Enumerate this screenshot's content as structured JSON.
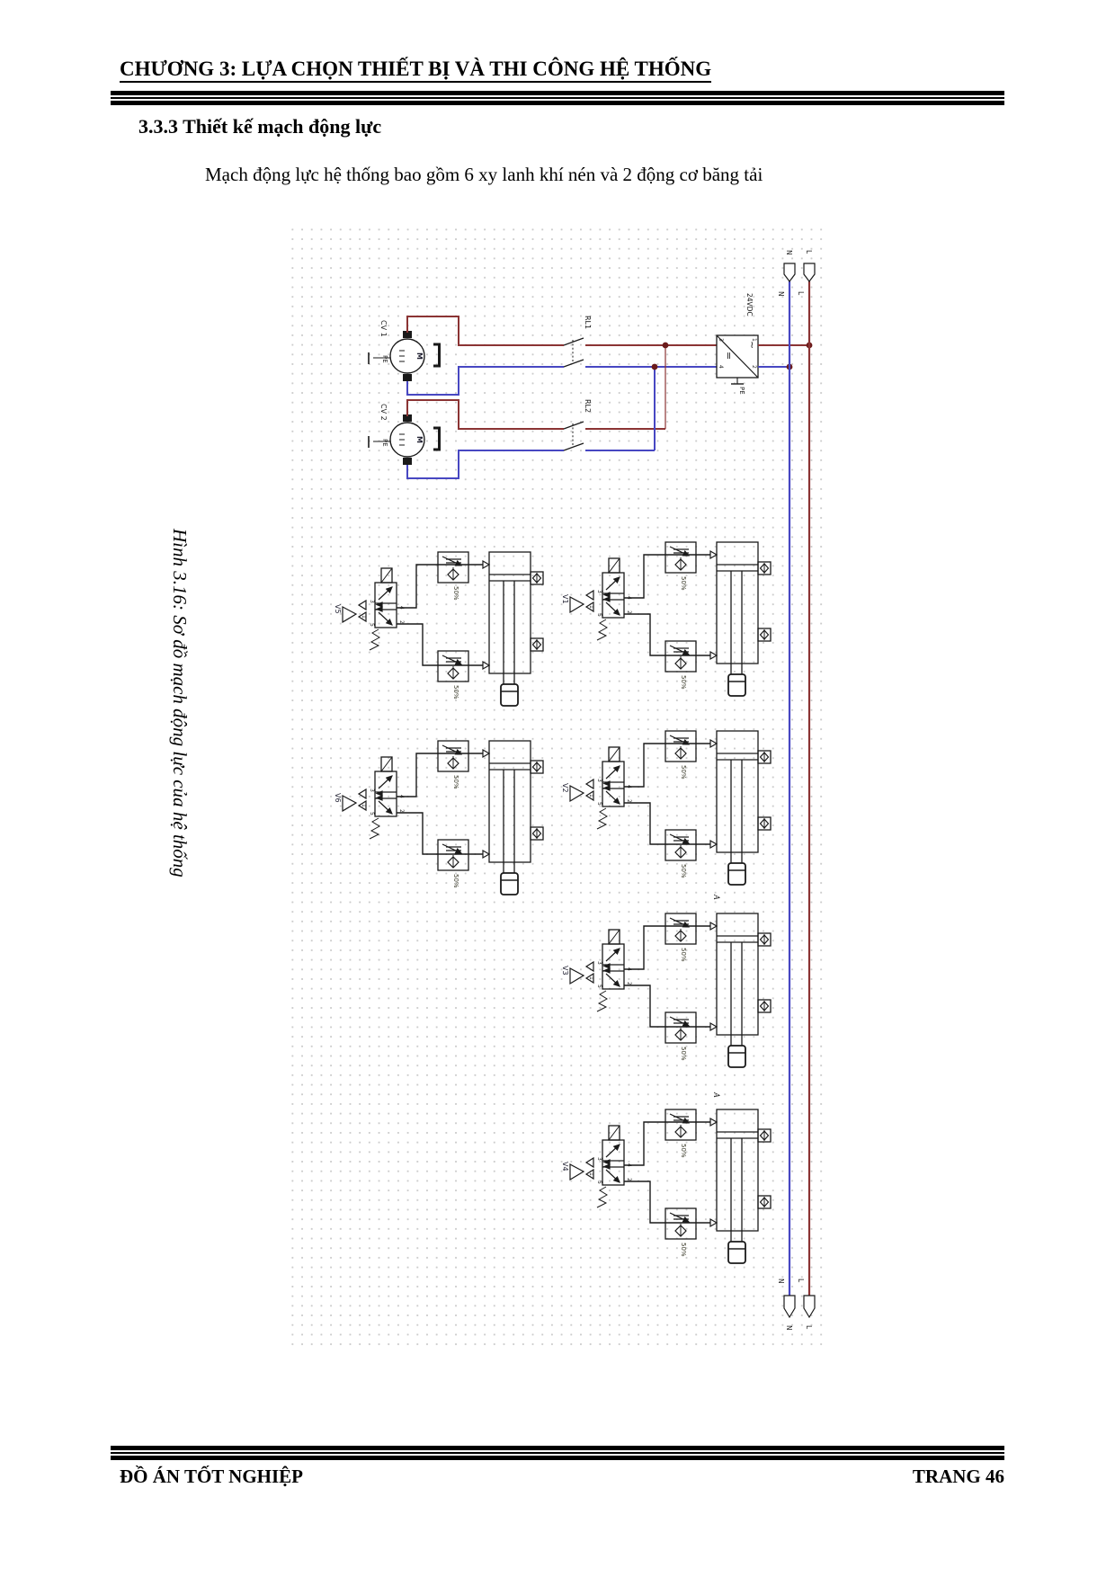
{
  "header": {
    "title": "CHƯƠNG 3: LỰA CHỌN THIẾT BỊ VÀ THI CÔNG HỆ THỐNG"
  },
  "section": {
    "heading": "3.3.3 Thiết kế mạch động lực",
    "paragraph": "Mạch động lực hệ thống bao gồm 6 xy lanh khí nén và 2 động cơ băng tải"
  },
  "figure": {
    "caption": "Hình 3.16: Sơ đồ mạch động lực của hệ thống"
  },
  "footer": {
    "left": "ĐỒ ÁN TỐT NGHIỆP",
    "right": "TRANG 46"
  },
  "diagram": {
    "colors": {
      "live_wire": "#8b3434",
      "neutral_wire": "#4747c2",
      "junction": "#6b1b1b",
      "line": "#1a1a1a",
      "grid_dot": "#cccccc"
    },
    "power_supply": {
      "label": "24VDC",
      "pins": [
        "1",
        "2",
        "3",
        "4"
      ],
      "earth": "PE"
    },
    "line_terminals": {
      "neutral": "N",
      "live": "L"
    },
    "motors": [
      {
        "label": "CV 1",
        "symbol": "M",
        "earth": "PE"
      },
      {
        "label": "CV 2",
        "symbol": "M",
        "earth": "PE"
      }
    ],
    "relays": [
      {
        "label": "RL1"
      },
      {
        "label": "RL2"
      }
    ],
    "valves": [
      {
        "label": "V1"
      },
      {
        "label": "V2"
      },
      {
        "label": "V3"
      },
      {
        "label": "V4"
      },
      {
        "label": "V5"
      },
      {
        "label": "V6"
      }
    ],
    "valve_ports": [
      "1",
      "2",
      "3",
      "4",
      "5"
    ],
    "flow_control_label": "50%",
    "cylinder_tags": [
      "A",
      "A"
    ]
  }
}
